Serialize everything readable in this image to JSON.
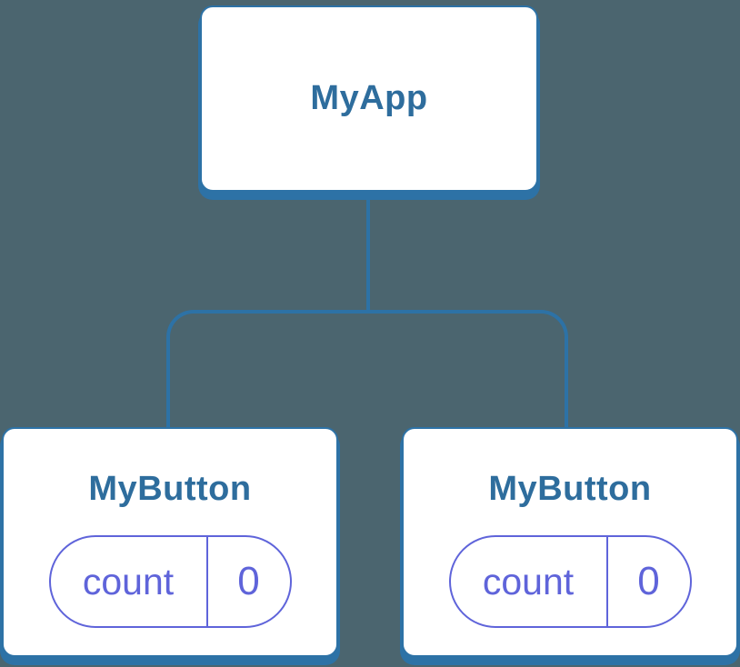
{
  "colors": {
    "bg": "#4B656F",
    "line": "#2D72A6",
    "nodetext": "#2E6D9D",
    "purple": "#5F64DA",
    "card": "#FFFFFF"
  },
  "tree": {
    "root": {
      "label": "MyApp"
    },
    "children": [
      {
        "label": "MyButton",
        "state": {
          "key": "count",
          "value": "0"
        }
      },
      {
        "label": "MyButton",
        "state": {
          "key": "count",
          "value": "0"
        }
      }
    ]
  }
}
